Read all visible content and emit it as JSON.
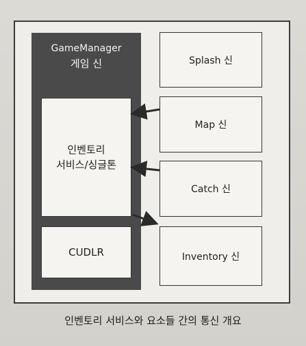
{
  "game_manager": {
    "title": "GameManager",
    "subtitle": "게임 신"
  },
  "inner_boxes": {
    "inventory_service_line1": "인벤토리",
    "inventory_service_line2": "서비스/싱글톤",
    "cudlr": "CUDLR"
  },
  "scenes": {
    "splash": "Splash 신",
    "map": "Map 신",
    "catch": "Catch 신",
    "inventory": "Inventory 신"
  },
  "caption": "인벤토리 서비스와 요소들 간의 통신 개요",
  "colors": {
    "frame_border": "#3a3a3a",
    "game_manager_fill": "#4a4a4a",
    "box_fill": "#f5f4f0",
    "arrow": "#2a2a2a"
  }
}
